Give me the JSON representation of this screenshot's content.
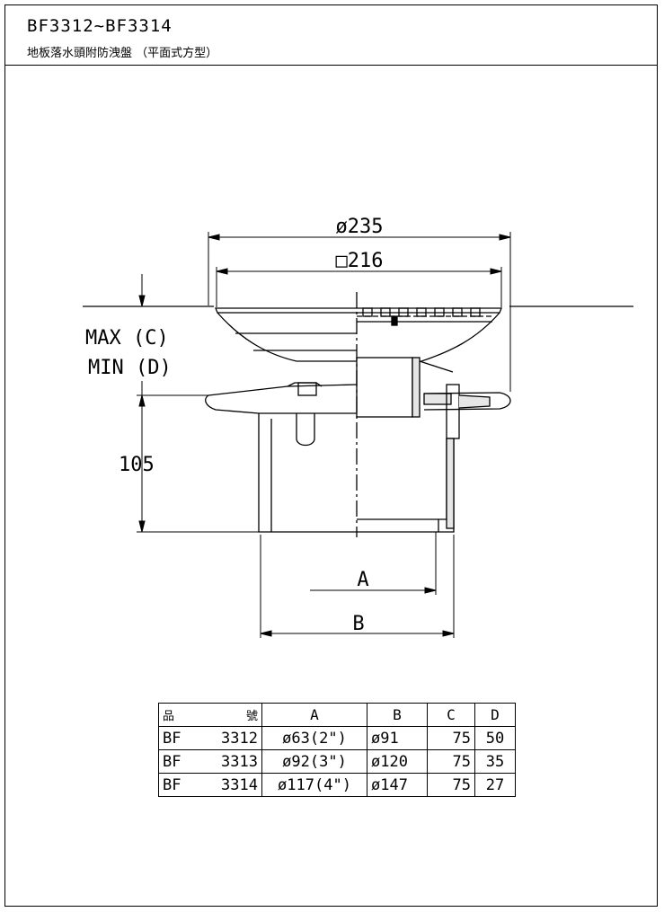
{
  "header": {
    "model_range": "BF3312~BF3314",
    "product_name": "地板落水頭附防洩盤 （平面式方型）"
  },
  "diagram": {
    "dim_outer_diameter": "ø235",
    "dim_square": "□216",
    "label_max": "MAX (C)",
    "label_min": "MIN (D)",
    "dim_height": "105",
    "dim_a": "A",
    "dim_b": "B"
  },
  "table": {
    "headers": {
      "model_left": "品",
      "model_right": "號",
      "a": "A",
      "b": "B",
      "c": "C",
      "d": "D"
    },
    "rows": [
      {
        "prefix": "BF",
        "number": "3312",
        "a": "ø63(2\")",
        "b": "ø91",
        "c": "75",
        "d": "50"
      },
      {
        "prefix": "BF",
        "number": "3313",
        "a": "ø92(3\")",
        "b": "ø120",
        "c": "75",
        "d": "35"
      },
      {
        "prefix": "BF",
        "number": "3314",
        "a": "ø117(4\")",
        "b": "ø147",
        "c": "75",
        "d": "27"
      }
    ]
  }
}
